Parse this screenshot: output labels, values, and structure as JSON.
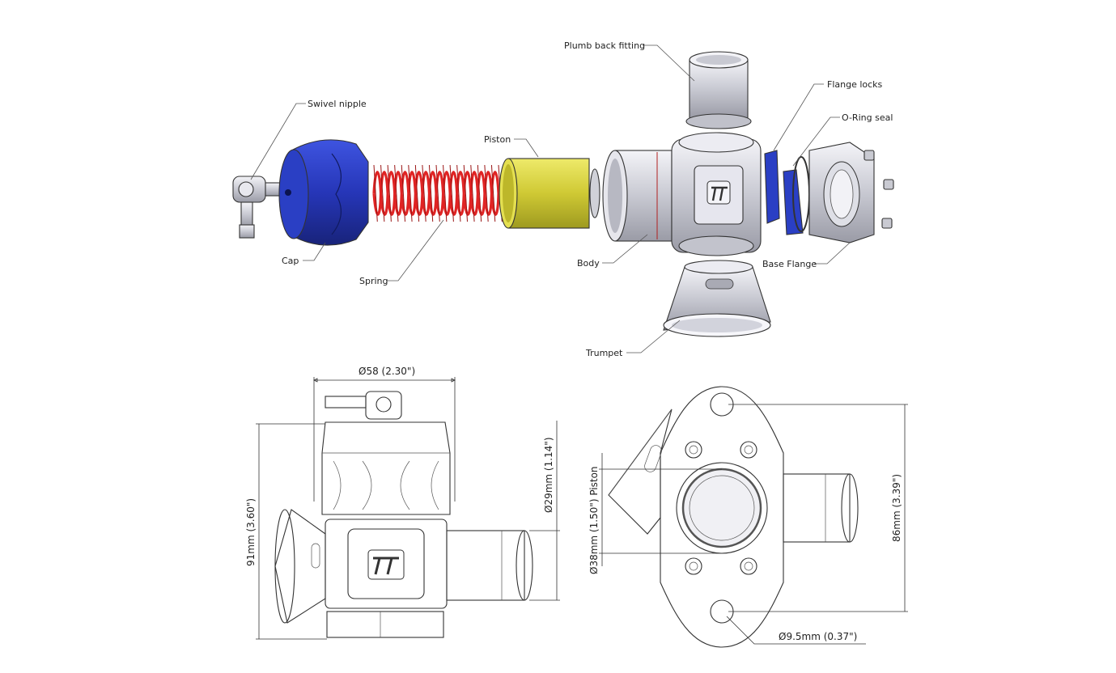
{
  "labels": {
    "plumb_back_fitting": "Plumb back fitting",
    "flange_locks": "Flange locks",
    "o_ring_seal": "O-Ring seal",
    "swivel_nipple": "Swivel nipple",
    "piston": "Piston",
    "cap": "Cap",
    "spring": "Spring",
    "body": "Body",
    "base_flange": "Base Flange",
    "trumpet": "Trumpet"
  },
  "dimensions": {
    "width": "Ø58 (2.30\")",
    "height": "91mm (3.60\")",
    "outlet_diameter": "Ø29mm (1.14\")",
    "piston_diameter": "Ø38mm (1.50\") Piston",
    "flange_length": "86mm (3.39\")",
    "bolt_hole": "Ø9.5mm (0.37\")"
  },
  "colors": {
    "cap": "#2a3fc4",
    "spring": "#e02424",
    "piston": "#d8d23a",
    "flange_locks": "#2a3fc4",
    "metal": "#dcdde4"
  },
  "icons": {
    "logo": "tial-logo-icon"
  }
}
